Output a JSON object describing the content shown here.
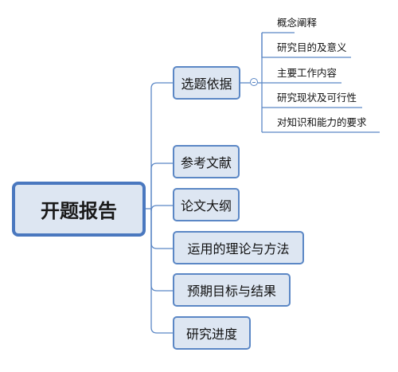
{
  "root": {
    "label": "开题报告"
  },
  "branches": [
    {
      "label": "选题依据"
    },
    {
      "label": "参考文献"
    },
    {
      "label": "论文大纲"
    },
    {
      "label": "运用的理论与方法"
    },
    {
      "label": "预期目标与结果"
    },
    {
      "label": "研究进度"
    }
  ],
  "subtopics": [
    {
      "label": "概念阐释"
    },
    {
      "label": "研究目的及意义"
    },
    {
      "label": "主要工作内容"
    },
    {
      "label": "研究现状及可行性"
    },
    {
      "label": "对知识和能力的要求"
    }
  ],
  "colors": {
    "node_fill": "#dde6f2",
    "node_border": "#5b87c5",
    "connector": "#5b87c5"
  }
}
